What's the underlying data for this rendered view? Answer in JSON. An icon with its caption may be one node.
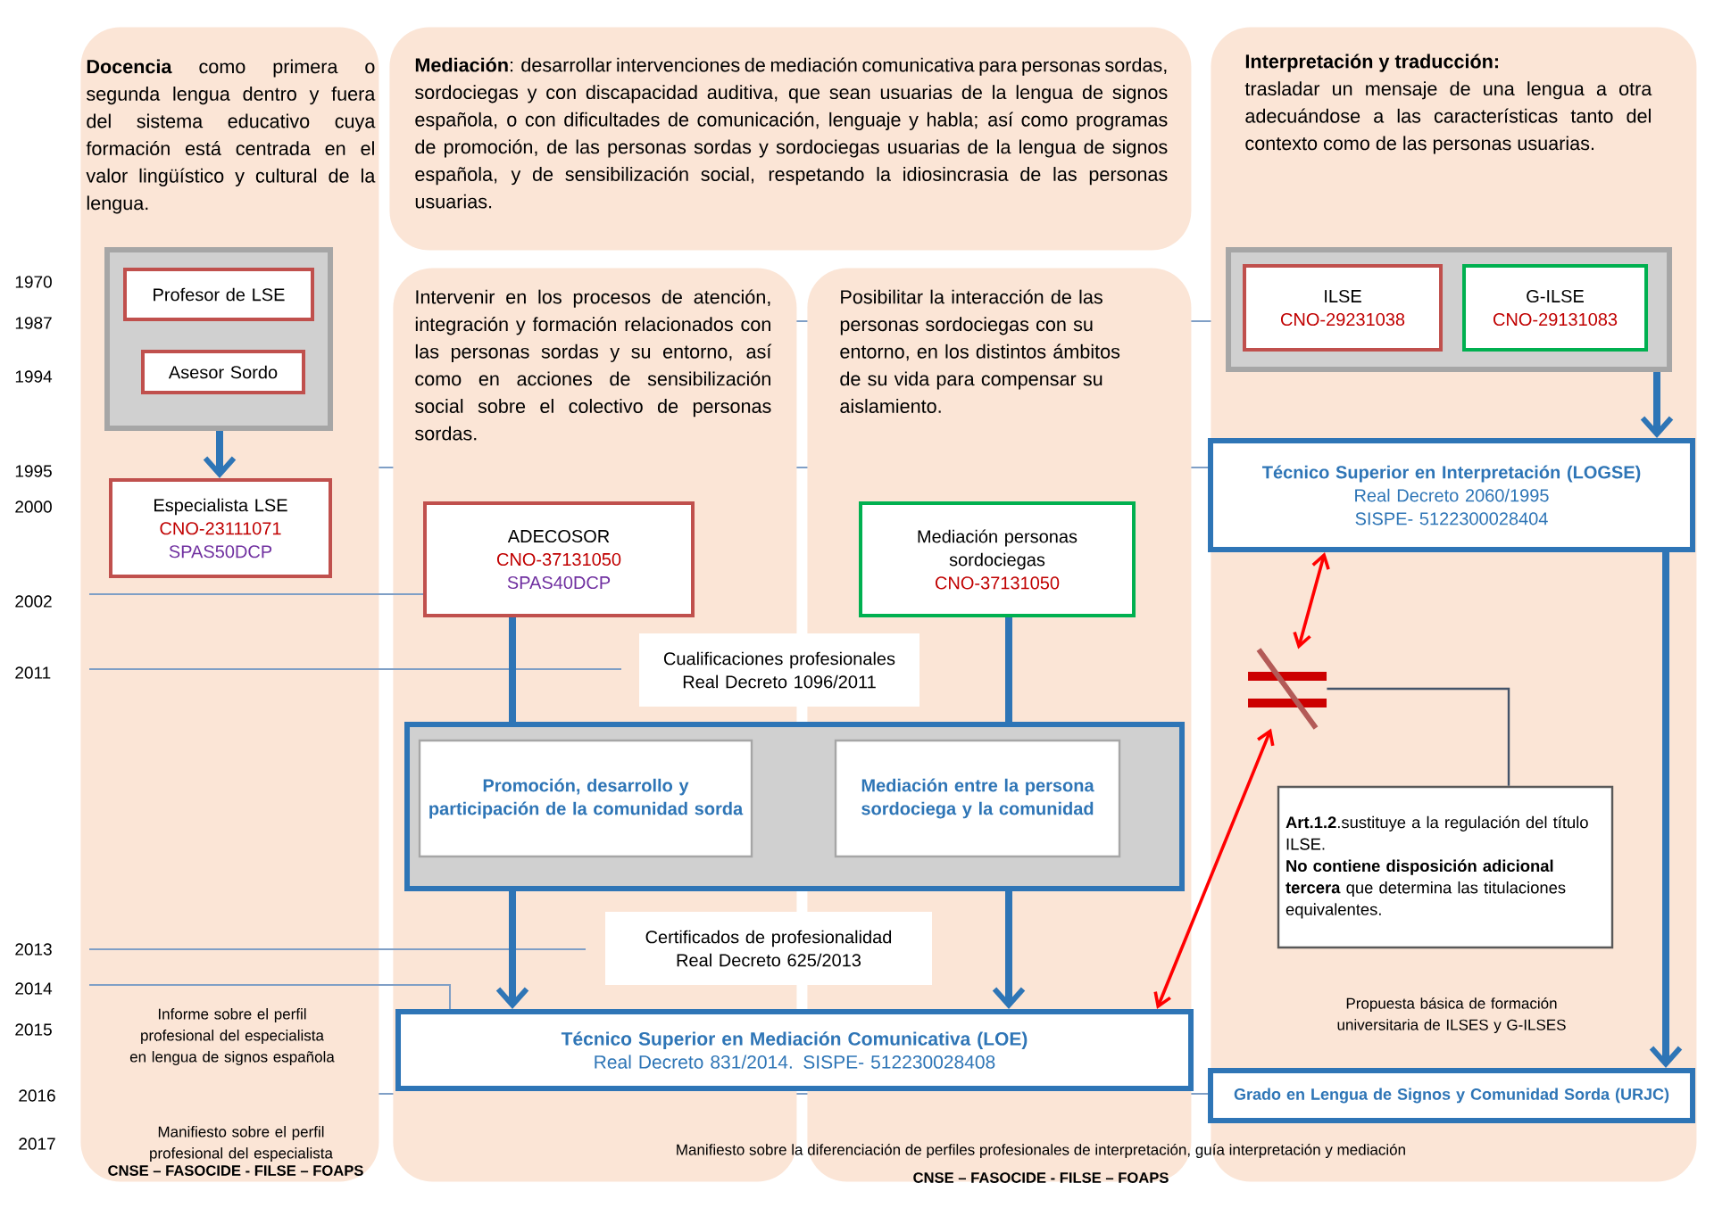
{
  "diagram": {
    "nodes": [
      {
        "text": [
          "**Docencia** como primera o segunda lengua dentro y fuera del sistema educativo cuya formación está centrada en el valor lingüístico y cultural de la lengua."
        ]
      },
      {
        "text": [
          "**Mediación**: desarrollar intervenciones de mediación comunicativa para personas sordas, sordociegas y con discapacidad auditiva, que sean usuarias de la lengua de signos española, o con dificultades de comunicación, lenguaje y habla; así como programas de promoción, de las personas sordas y sordociegas usuarias de la lengua de signos española, y de sensibilización social, respetando la idiosincrasia de las personas usuarias."
        ]
      },
      {
        "text": [
          "Intervenir en los procesos de atención, integración y formación relacionados con las personas sordas y su entorno, así como en acciones de sensibilización social sobre el colectivo de personas sordas."
        ]
      },
      {
        "text": [
          "Posibilitar la interacción de las personas sordociegas con su entorno, en los distintos ámbitos de su vida para compensar su aislamiento."
        ]
      },
      {
        "text": [
          "Interpretación y traducción:",
          "trasladar un mensaje de una lengua a otra adecuándose a las características tanto del contexto como de las personas usuarias."
        ]
      },
      {
        "text": [],
        "shape": "box",
        "in": 0
      },
      {
        "text": [
          "Profesor de LSE"
        ],
        "in": 5
      },
      {
        "text": [
          "Asesor Sordo"
        ],
        "in": 5
      },
      {
        "text": [
          "Especialista LSE",
          "CNO-23111071",
          "SPAS50DCP"
        ],
        "in": 0
      },
      {
        "text": [
          "ADECOSOR",
          "CNO-37131050",
          "SPAS40DCP"
        ],
        "in": 2
      },
      {
        "text": [
          "Mediación personas sordociegas",
          "CNO-37131050"
        ],
        "in": 3
      },
      {
        "text": [
          "Cualificaciones profesionales",
          "Real Decreto 1096/2011"
        ]
      },
      {
        "text": [],
        "shape": "box"
      },
      {
        "text": [
          "Promoción, desarrollo y participación de la comunidad sorda"
        ]
      },
      {
        "text": [
          "Mediación entre la persona sordociega y la comunidad"
        ]
      },
      {
        "text": [
          "Certificados de profesionalidad",
          "Real Decreto 625/2013"
        ]
      },
      {
        "text": [
          "Técnico Superior en Mediación Comunicativa (LOE)",
          "Real Decreto 831/2014. SISPE- 512230028408"
        ]
      },
      {
        "text": [],
        "shape": "box",
        "in": 4
      },
      {
        "text": [
          "ILSE",
          "CNO-29231038"
        ],
        "in": 17
      },
      {
        "text": [
          "G-ILSE",
          "CNO-29131083"
        ],
        "in": 17
      },
      {
        "text": [
          "Técnico Superior en Interpretación (LOGSE)",
          "Real Decreto 2060/1995",
          "SISPE- 5122300028404"
        ],
        "in": 4
      },
      {
        "text": [],
        "shape": "symbol",
        "in": 4
      },
      {
        "text": [
          "**Art.1.2**.sustituye a la regulación del título ILSE.",
          "**No contiene disposición adicional tercera** que determina las titulaciones equivalentes."
        ],
        "in": 4
      },
      {
        "text": [
          "Grado en Lengua de Signos y Comunidad Sorda (URJC)"
        ],
        "in": 4
      }
    ],
    "edges": [
      {
        "from": 5,
        "to": 8,
        "arrow": "to"
      },
      {
        "from": 9,
        "to": 12,
        "arrow": "none"
      },
      {
        "from": 10,
        "to": 12,
        "arrow": "none"
      },
      {
        "from": 12,
        "to": 16,
        "arrow": "to"
      },
      {
        "from": 12,
        "to": 16,
        "arrow": "to"
      },
      {
        "from": 17,
        "to": 20,
        "arrow": "to"
      },
      {
        "from": 20,
        "to": 23,
        "arrow": "to"
      },
      {
        "from": 20,
        "to": 21,
        "arrow": "both",
        "color": "#ff0000"
      },
      {
        "from": 21,
        "to": 16,
        "arrow": "both",
        "color": "#ff0000"
      },
      {
        "from": 21,
        "to": 22,
        "arrow": "none",
        "color": "#44546a"
      }
    ],
    "labels": [
      "1970",
      "1987",
      "1994",
      "1995",
      "2000",
      "2002",
      "2011",
      "2013",
      "2014",
      "Informe sobre el perfil profesional del especialista en lengua de signos española",
      "2015",
      "2016",
      "Manifiesto sobre el perfil profesional del especialista",
      "2017",
      "CNSE – FASOCIDE - FILSE – FOAPS",
      "Propuesta básica de formación universitaria de ILSES y G-ILSES",
      "Manifiesto sobre la diferenciación de perfiles profesionales de interpretación, guía interpretación y mediación",
      "CNSE – FASOCIDE - FILSE – FOAPS"
    ]
  }
}
